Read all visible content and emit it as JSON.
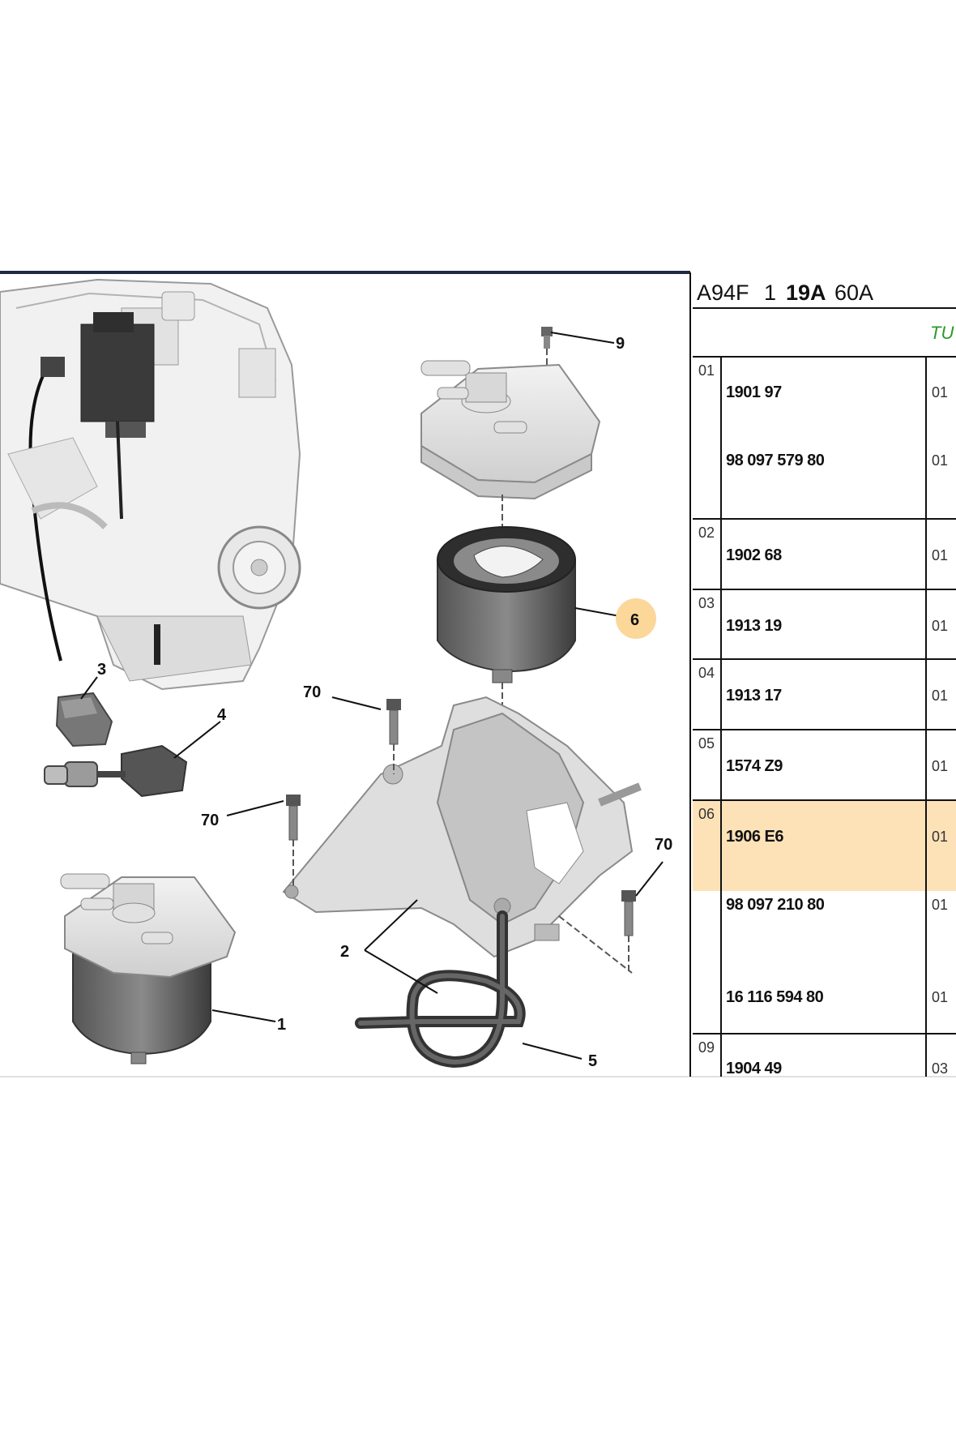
{
  "header": {
    "code_a": "A94F",
    "code_b": "1",
    "code_c": "19A",
    "code_d": "60A",
    "green_label": "TU"
  },
  "callouts": {
    "c1": "1",
    "c2": "2",
    "c3": "3",
    "c4": "4",
    "c5": "5",
    "c6": "6",
    "c9": "9",
    "c70a": "70",
    "c70b": "70",
    "c70c": "70"
  },
  "parts_table": [
    {
      "ref": "01",
      "part": "1901 97",
      "qty": "01"
    },
    {
      "ref": "",
      "part": "98 097 579 80",
      "qty": "01"
    },
    {
      "ref": "02",
      "part": "1902 68",
      "qty": "01"
    },
    {
      "ref": "03",
      "part": "1913 19",
      "qty": "01"
    },
    {
      "ref": "04",
      "part": "1913 17",
      "qty": "01"
    },
    {
      "ref": "05",
      "part": "1574 Z9",
      "qty": "01"
    },
    {
      "ref": "06",
      "part": "1906 E6",
      "qty": "01"
    },
    {
      "ref": "",
      "part": "98 097 210 80",
      "qty": "01"
    },
    {
      "ref": "",
      "part": "16 116 594 80",
      "qty": "01"
    },
    {
      "ref": "09",
      "part": "1904 49",
      "qty": "03"
    }
  ],
  "colors": {
    "highlight": "#fde2b8",
    "callout_highlight": "#fbd79a",
    "frame": "#1f2a44",
    "green_text": "#2a9a2a"
  }
}
